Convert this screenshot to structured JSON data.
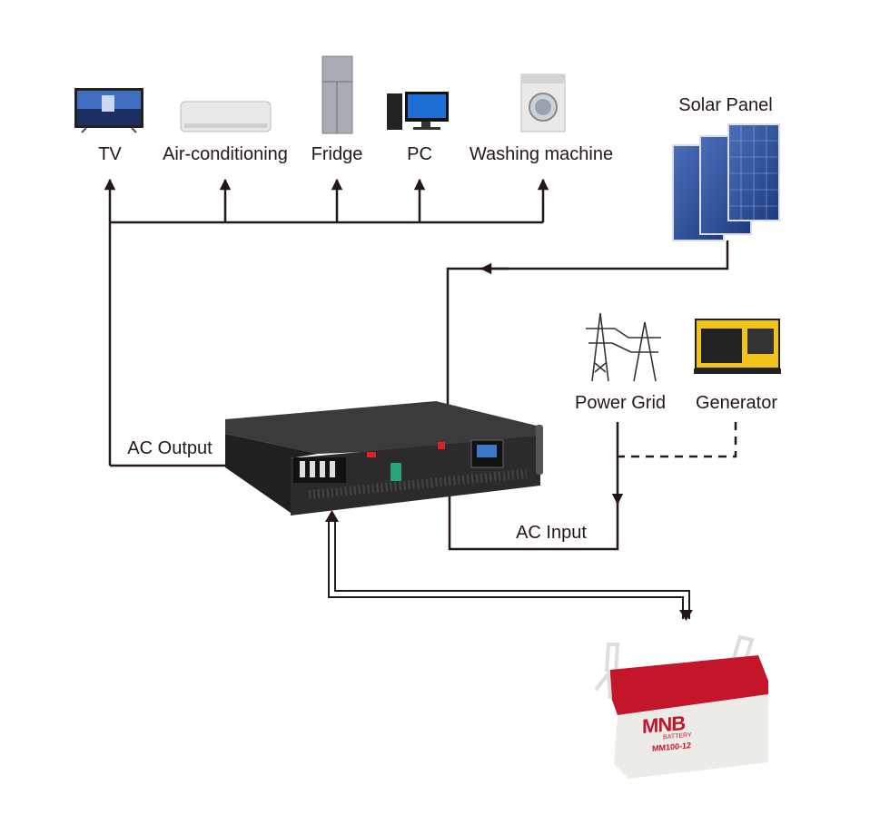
{
  "loads": [
    {
      "label": "TV",
      "icon": "tv-icon"
    },
    {
      "label": "Air-conditioning",
      "icon": "air-conditioner-icon"
    },
    {
      "label": "Fridge",
      "icon": "fridge-icon"
    },
    {
      "label": "PC",
      "icon": "pc-icon"
    },
    {
      "label": "Washing machine",
      "icon": "washing-machine-icon"
    }
  ],
  "sources": {
    "solar": "Solar Panel",
    "grid": "Power Grid",
    "generator": "Generator"
  },
  "connections": {
    "ac_output": "AC Output",
    "ac_input": "AC Input"
  },
  "battery": {
    "brand": "MNB",
    "brand_sub": "BATTERY",
    "model": "MM100-12"
  },
  "colors": {
    "line": "#231815",
    "battery_red": "#c3162b",
    "inverter": "#2b2b2d"
  }
}
